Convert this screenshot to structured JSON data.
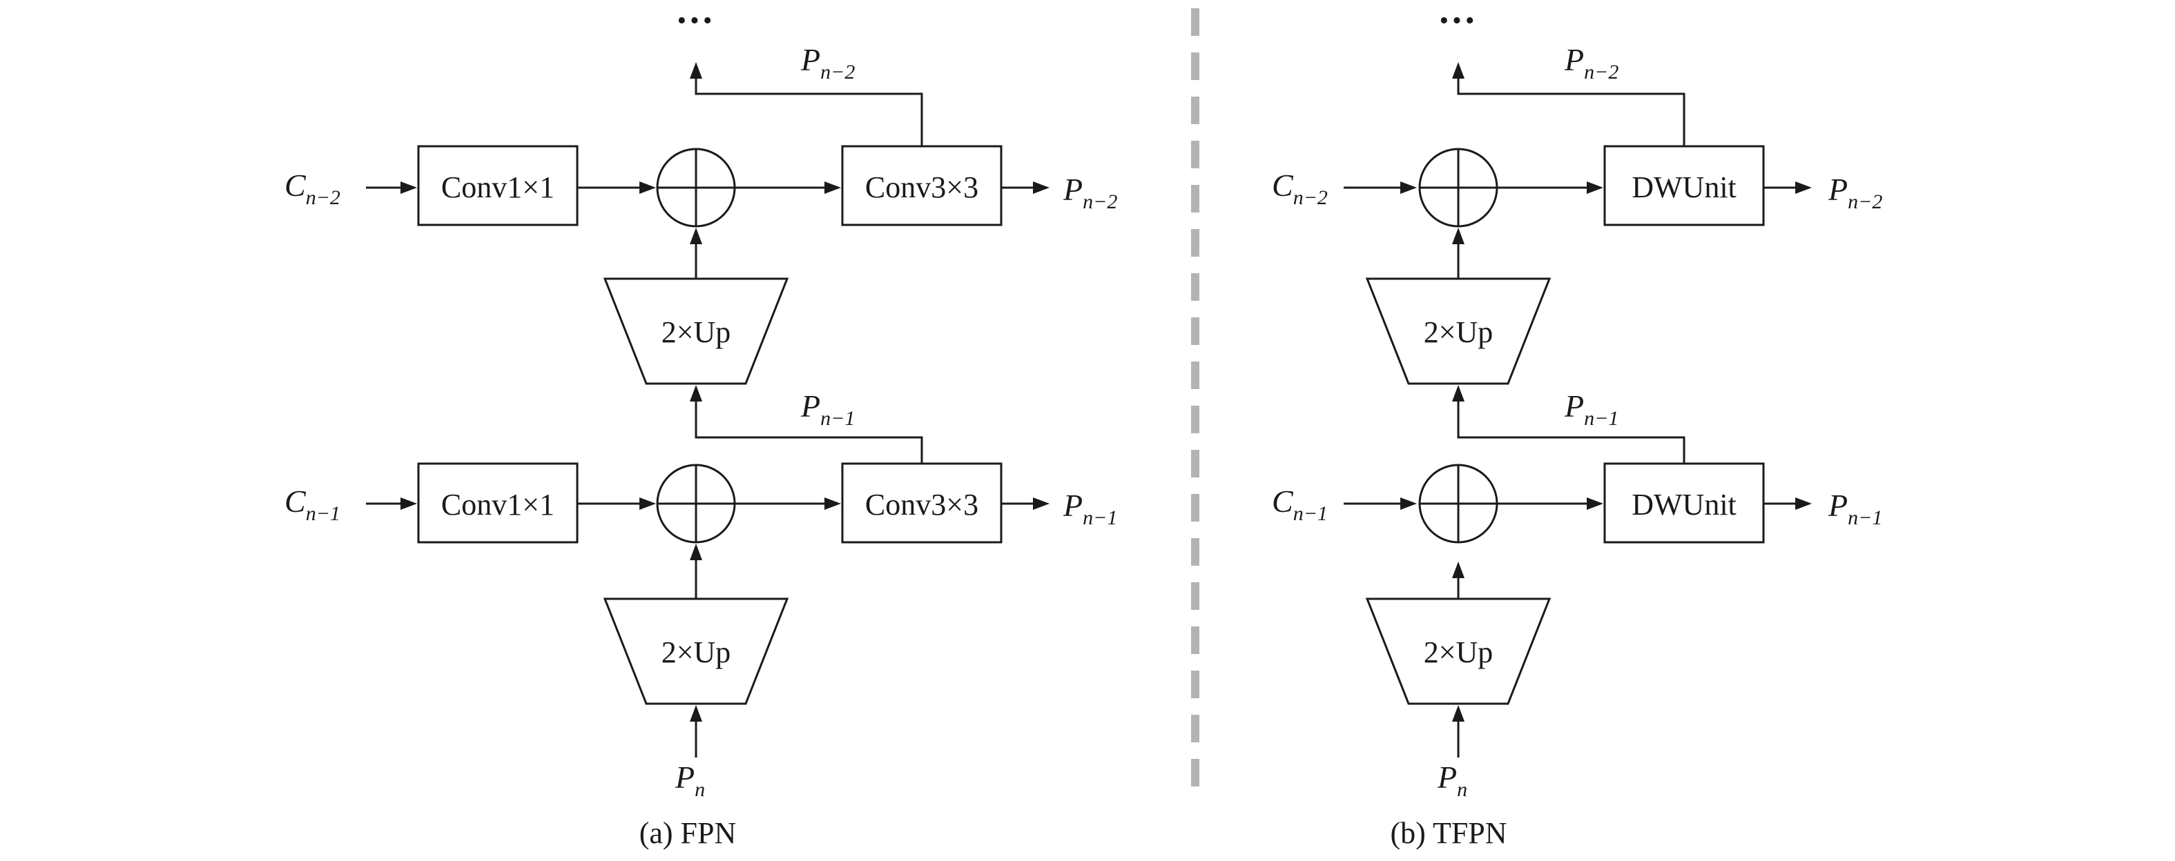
{
  "colors": {
    "stroke": "#1a1a1a",
    "divider": "#b3b3b3",
    "background": "#ffffff"
  },
  "diagram": {
    "top_dots": "···",
    "vars": {
      "C": "C",
      "P": "P",
      "sub_n2": "n−2",
      "sub_n1": "n−1",
      "sub_n": "n"
    },
    "fpn": {
      "caption": "(a) FPN",
      "lateral_label": "Conv1×1",
      "output_label": "Conv3×3",
      "up_label": "2×Up"
    },
    "tfpn": {
      "caption": "(b) TFPN",
      "output_label": "DWUnit",
      "up_label": "2×Up"
    }
  }
}
